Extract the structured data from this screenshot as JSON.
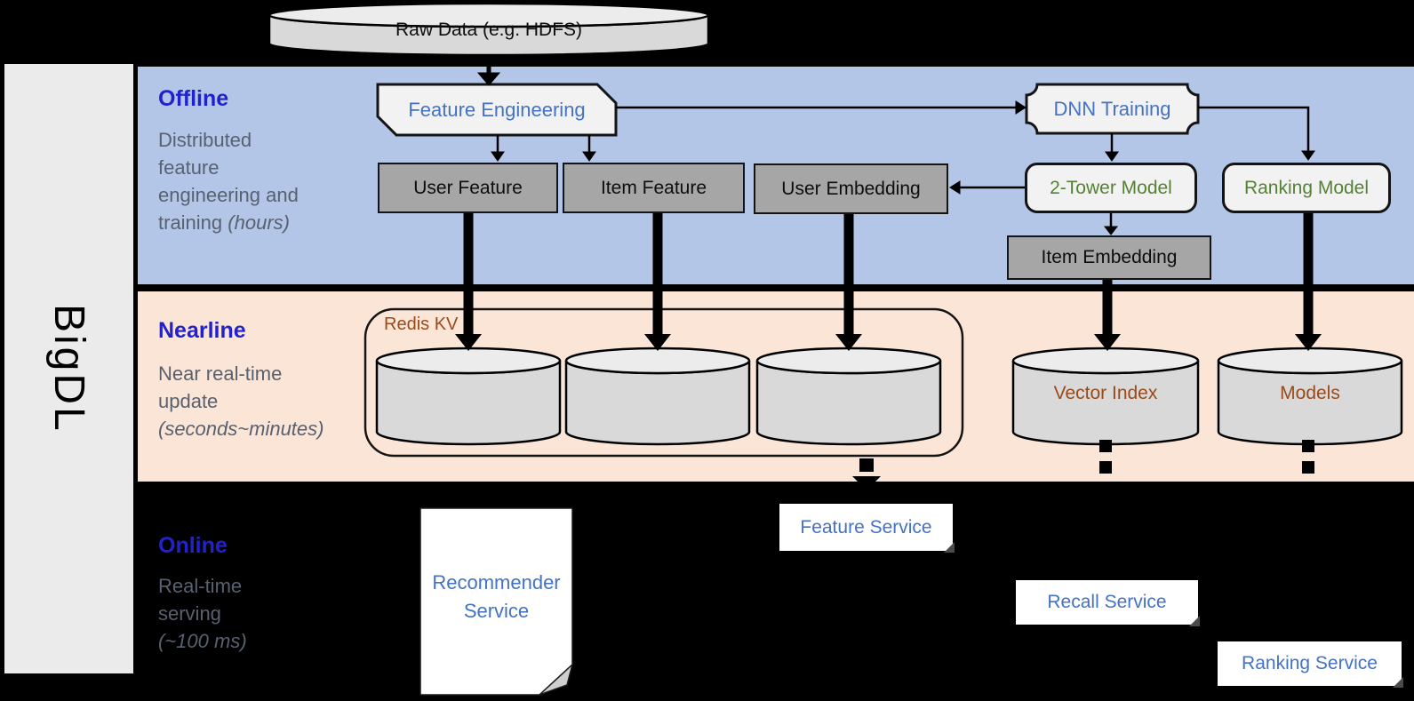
{
  "brand": {
    "label": "BigDL"
  },
  "source": {
    "raw_data_label": "Raw Data (e.g. HDFS)"
  },
  "sections": {
    "offline": {
      "title": "Offline",
      "desc": [
        "Distributed",
        "feature",
        "engineering and",
        "training "
      ],
      "desc_italic": "(hours)"
    },
    "nearline": {
      "title": "Nearline",
      "desc": [
        "Near real-time",
        "update"
      ],
      "desc_italic": "(seconds~minutes)"
    },
    "online": {
      "title": "Online",
      "desc": [
        "Real-time",
        "serving"
      ],
      "desc_italic": "(~100 ms)"
    }
  },
  "nodes": {
    "feature_engineering": "Feature Engineering",
    "dnn_training": "DNN Training",
    "user_feature": "User Feature",
    "item_feature": "Item Feature",
    "user_embedding": "User Embedding",
    "two_tower_model": "2-Tower Model",
    "ranking_model": "Ranking Model",
    "item_embedding": "Item Embedding",
    "redis_kv": "Redis KV",
    "vector_index": "Vector Index",
    "models": "Models",
    "recommender_service_line1": "Recommender",
    "recommender_service_line2": "Service",
    "feature_service": "Feature Service",
    "recall_service": "Recall Service",
    "ranking_service": "Ranking Service"
  },
  "colors": {
    "offline_band": "#b3c6e7",
    "nearline_band": "#fbe5d6",
    "online_band": "#000000",
    "section_title_blue": "#2222cc",
    "node_blue": "#4472c4",
    "node_green": "#548235",
    "store_brown": "#9a4a1a",
    "gray_box": "#a6a6a6",
    "light_box": "#f2f2f2",
    "cylinder": "#d9d9d9"
  }
}
